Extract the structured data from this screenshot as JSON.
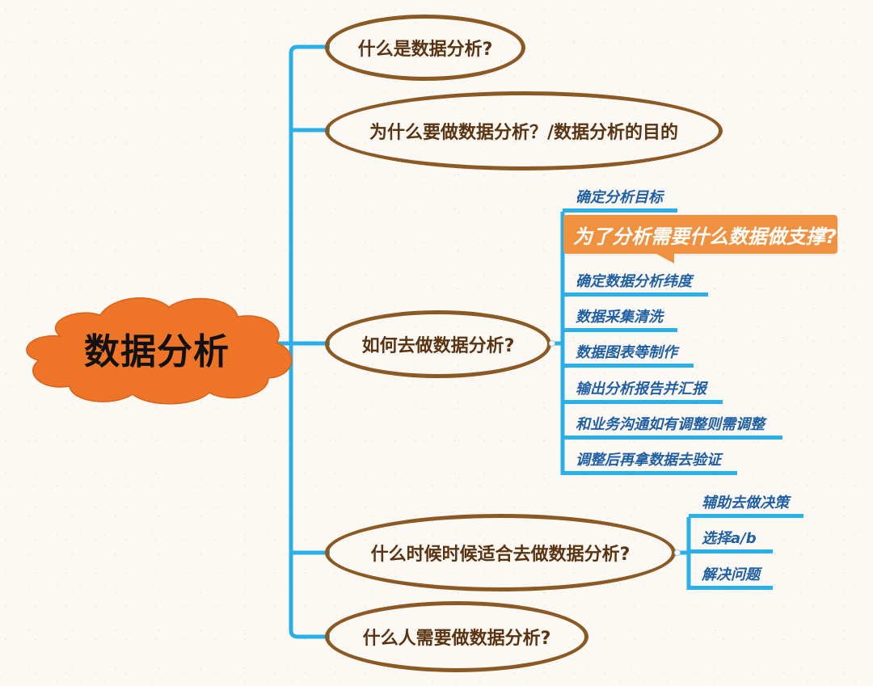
{
  "central_topic": {
    "label": "数据分析",
    "shape": "cloud",
    "fill_color": "#ee7427"
  },
  "colors": {
    "connector": "#29b0e8",
    "topic_border": "#8b5a24",
    "topic_text": "#5a3310",
    "subtopic_text": "#1f5fa3",
    "callout_fill": "#f0913f",
    "background": "#fcf9f5"
  },
  "topics": [
    {
      "label": "什么是数据分析?"
    },
    {
      "label": "为什么要做数据分析？/数据分析的目的"
    },
    {
      "label": "如何去做数据分析?",
      "children": [
        {
          "label": "确定分析目标"
        },
        {
          "label": "确定数据分析纬度"
        },
        {
          "label": "数据采集清洗"
        },
        {
          "label": "数据图表等制作"
        },
        {
          "label": "输出分析报告并汇报"
        },
        {
          "label": "和业务沟通如有调整则需调整"
        },
        {
          "label": "调整后再拿数据去验证"
        }
      ],
      "callout": {
        "label": "为了分析需要什么数据做支撑?"
      }
    },
    {
      "label": "什么时候时候适合去做数据分析?",
      "children": [
        {
          "label": "辅助去做决策"
        },
        {
          "label": "选择a/b"
        },
        {
          "label": "解决问题"
        }
      ]
    },
    {
      "label": "什么人需要做数据分析?"
    }
  ]
}
